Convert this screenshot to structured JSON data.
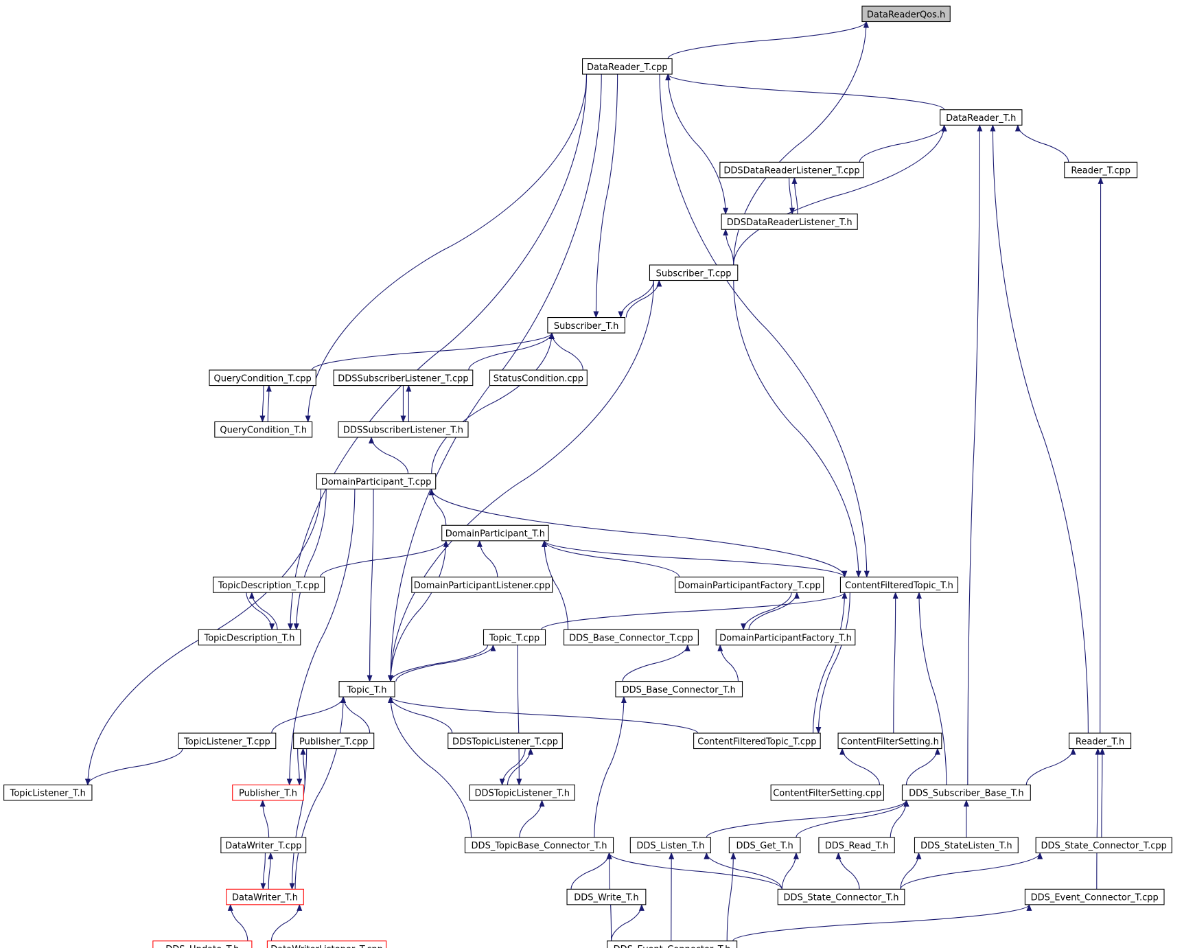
{
  "colors": {
    "edge": "#191970",
    "current_node_fill": "#c0c0c0",
    "border_default": "#000000",
    "border_highlight": "#ff0000",
    "background": "#ffffff"
  },
  "nodes": {
    "drqos": {
      "label": "DataReaderQos.h",
      "current": true
    },
    "drtcpp": {
      "label": "DataReader_T.cpp"
    },
    "drth": {
      "label": "DataReader_T.h"
    },
    "ddsdrlcpp": {
      "label": "DDSDataReaderListener_T.cpp"
    },
    "readercpp": {
      "label": "Reader_T.cpp"
    },
    "ddsdrlh": {
      "label": "DDSDataReaderListener_T.h"
    },
    "subcpp": {
      "label": "Subscriber_T.cpp"
    },
    "subh": {
      "label": "Subscriber_T.h"
    },
    "qccpp": {
      "label": "QueryCondition_T.cpp"
    },
    "ddsslcpp": {
      "label": "DDSSubscriberListener_T.cpp"
    },
    "statuscond": {
      "label": "StatusCondition.cpp"
    },
    "qch": {
      "label": "QueryCondition_T.h"
    },
    "ddsslh": {
      "label": "DDSSubscriberListener_T.h"
    },
    "dpcpp": {
      "label": "DomainParticipant_T.cpp"
    },
    "dph": {
      "label": "DomainParticipant_T.h"
    },
    "tdcpp": {
      "label": "TopicDescription_T.cpp"
    },
    "dplcpp": {
      "label": "DomainParticipantListener.cpp"
    },
    "dpfcpp": {
      "label": "DomainParticipantFactory_T.cpp"
    },
    "cfth": {
      "label": "ContentFilteredTopic_T.h"
    },
    "tdh": {
      "label": "TopicDescription_T.h"
    },
    "topiccpp": {
      "label": "Topic_T.cpp"
    },
    "dbccpp": {
      "label": "DDS_Base_Connector_T.cpp"
    },
    "dpfh": {
      "label": "DomainParticipantFactory_T.h"
    },
    "topich": {
      "label": "Topic_T.h"
    },
    "dbch": {
      "label": "DDS_Base_Connector_T.h"
    },
    "tlcpp": {
      "label": "TopicListener_T.cpp"
    },
    "pubcpp": {
      "label": "Publisher_T.cpp"
    },
    "ddstlcpp": {
      "label": "DDSTopicListener_T.cpp"
    },
    "cftcpp": {
      "label": "ContentFilteredTopic_T.cpp"
    },
    "cfsh": {
      "label": "ContentFilterSetting.h"
    },
    "readerh": {
      "label": "Reader_T.h"
    },
    "tlh": {
      "label": "TopicListener_T.h"
    },
    "pubh": {
      "label": "Publisher_T.h",
      "highlight": true
    },
    "ddstlh": {
      "label": "DDSTopicListener_T.h"
    },
    "cfscpp": {
      "label": "ContentFilterSetting.cpp"
    },
    "dsbh": {
      "label": "DDS_Subscriber_Base_T.h"
    },
    "dwcpp": {
      "label": "DataWriter_T.cpp"
    },
    "dtbch": {
      "label": "DDS_TopicBase_Connector_T.h"
    },
    "dlh": {
      "label": "DDS_Listen_T.h"
    },
    "dgh": {
      "label": "DDS_Get_T.h"
    },
    "drdh": {
      "label": "DDS_Read_T.h"
    },
    "dslh": {
      "label": "DDS_StateListen_T.h"
    },
    "dsccpp": {
      "label": "DDS_State_Connector_T.cpp"
    },
    "dwh": {
      "label": "DataWriter_T.h",
      "highlight": true
    },
    "dwrh": {
      "label": "DDS_Write_T.h"
    },
    "dsch": {
      "label": "DDS_State_Connector_T.h"
    },
    "decpp": {
      "label": "DDS_Event_Connector_T.cpp"
    },
    "duh": {
      "label": "DDS_Update_T.h",
      "highlight": true
    },
    "dwlcpp": {
      "label": "DataWriterListener_T.cpp",
      "highlight": true
    },
    "dech": {
      "label": "DDS_Event_Connector_T.h"
    }
  }
}
